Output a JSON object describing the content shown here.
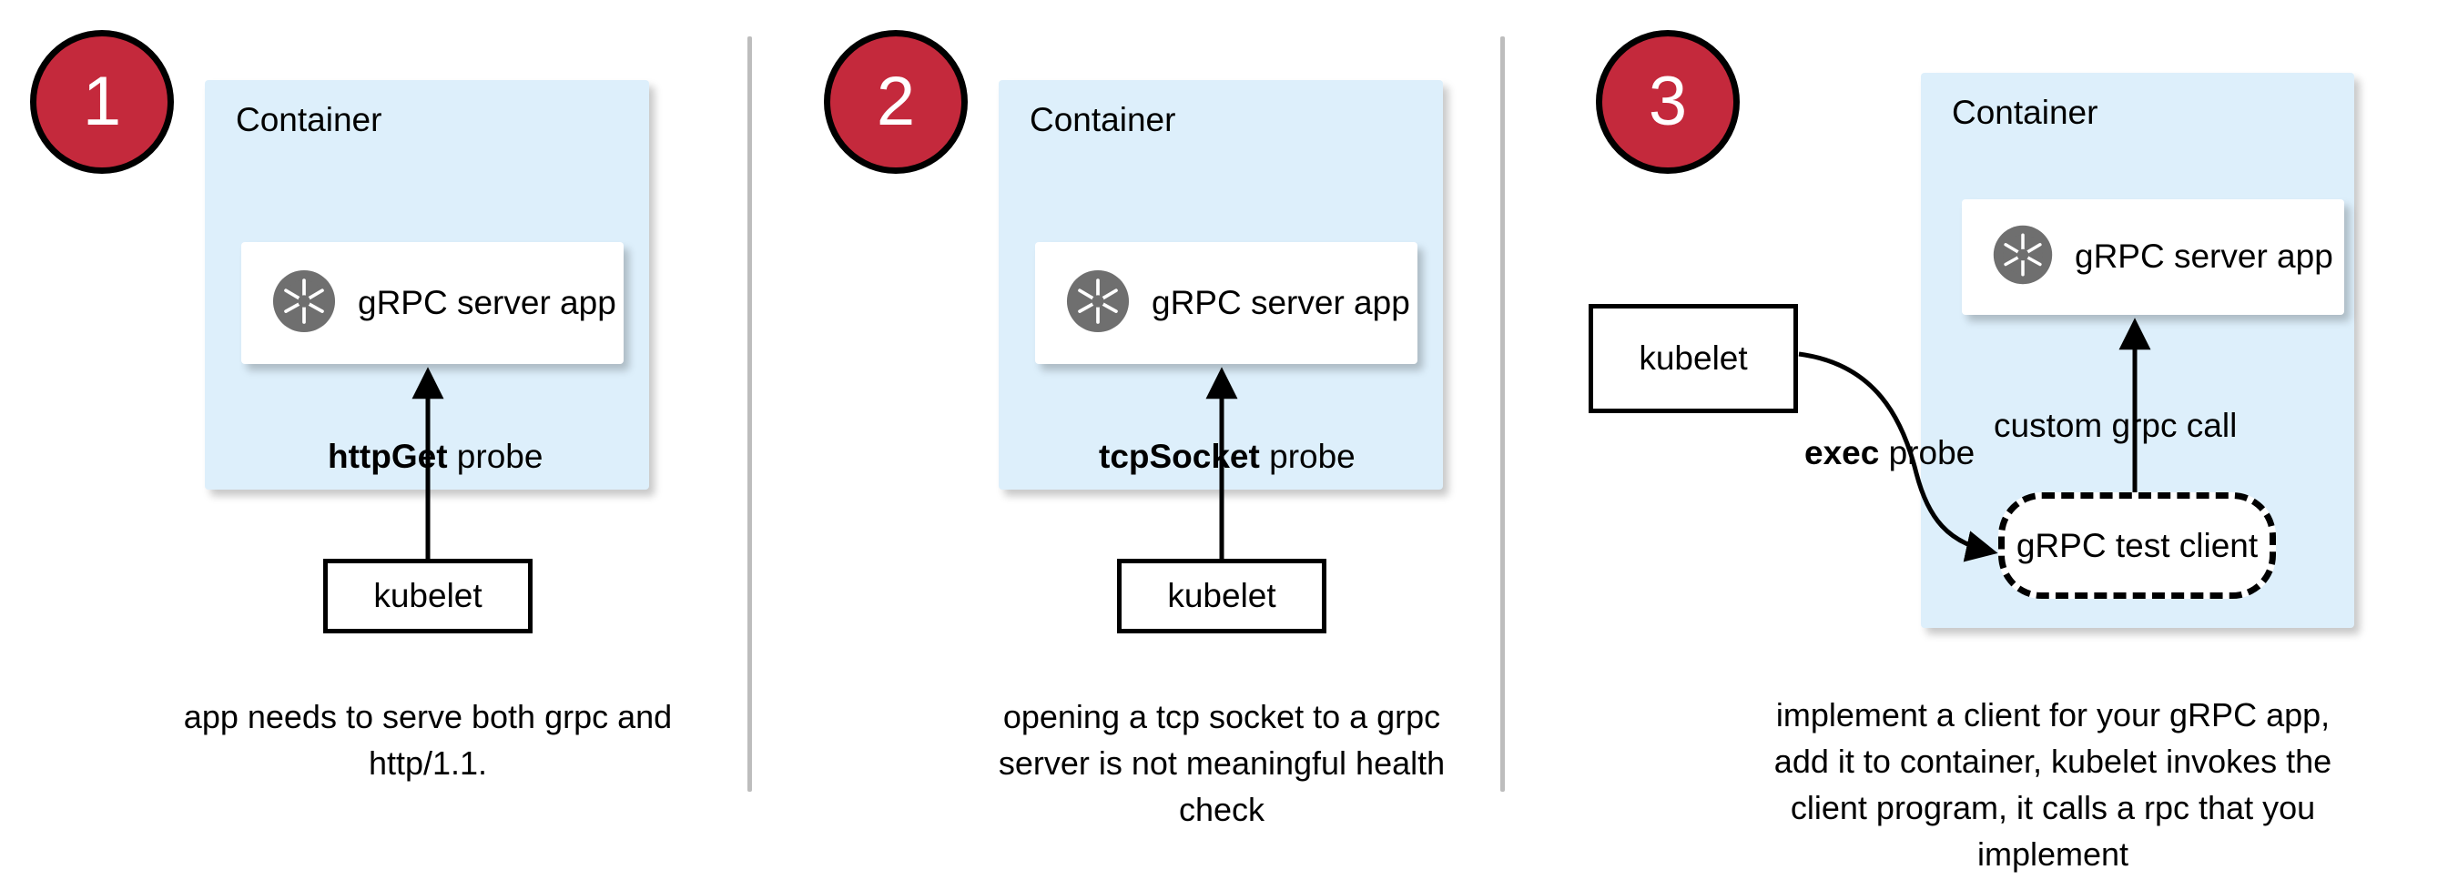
{
  "diagram": {
    "title": "gRPC health probe approaches in Kubernetes",
    "colors": {
      "badge_fill": "#c4293c",
      "badge_text": "#ffffff",
      "badge_border": "#000000",
      "container_fill": "#ddeffb",
      "app_box_fill": "#ffffff",
      "icon_gray": "#6f6f6f",
      "divider_gray": "#bdbdbd",
      "stroke_black": "#000000"
    },
    "panels": [
      {
        "badge": "1",
        "container_label": "Container",
        "app_box_label": "gRPC server app",
        "app_icon": "grpc-aperture-icon",
        "edge_label_bold": "httpGet",
        "edge_label_rest": " probe",
        "kubelet_label": "kubelet",
        "caption": "app needs to serve both grpc and http/1.1."
      },
      {
        "badge": "2",
        "container_label": "Container",
        "app_box_label": "gRPC server app",
        "app_icon": "grpc-aperture-icon",
        "edge_label_bold": "tcpSocket",
        "edge_label_rest": " probe",
        "kubelet_label": "kubelet",
        "caption": "opening a tcp socket to a grpc server is not meaningful health check"
      },
      {
        "badge": "3",
        "container_label": "Container",
        "app_box_label": "gRPC server app",
        "app_icon": "grpc-aperture-icon",
        "edge_label_bold": "exec",
        "edge_label_rest": " probe",
        "kubelet_label": "kubelet",
        "test_client_label": "gRPC test client",
        "custom_call_label": "custom grpc call",
        "caption": "implement a client for your gRPC app, add it to container, kubelet invokes the client program, it calls a rpc that you implement"
      }
    ]
  }
}
